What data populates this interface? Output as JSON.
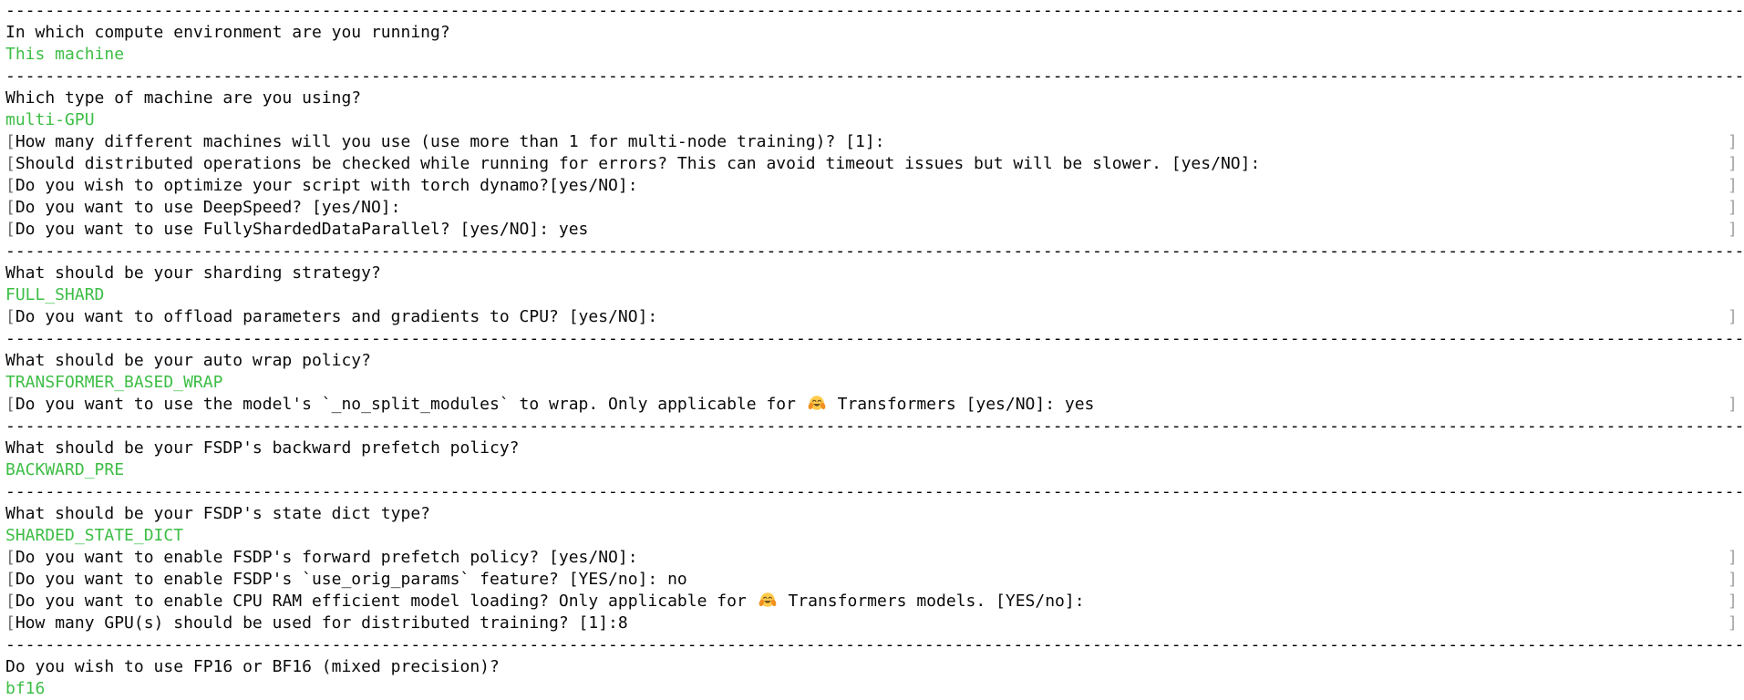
{
  "terminal": {
    "app": "accelerate config CLI questionnaire",
    "colors": {
      "background": "#ffffff",
      "text": "#0a0a0a",
      "answer_green": "#3dbe46",
      "left_bracket_gray": "#6f6f6f",
      "right_bracket_gray": "#a3a3a3",
      "separator": "#000000"
    },
    "separator_char": "-",
    "prompt_open_char": "[",
    "prompt_close_char": "]",
    "emoji_name": "hugging-face-emoji",
    "lines": [
      {
        "type": "separator"
      },
      {
        "type": "question",
        "text": "In which compute environment are you running?"
      },
      {
        "type": "answer",
        "text": "This machine"
      },
      {
        "type": "separator"
      },
      {
        "type": "question",
        "text": "Which type of machine are you using?"
      },
      {
        "type": "answer",
        "text": "multi-GPU"
      },
      {
        "type": "prompt",
        "parts": [
          {
            "t": "text",
            "v": "How many different machines will you use (use more than 1 for multi-node training)? [1]:"
          }
        ]
      },
      {
        "type": "prompt",
        "parts": [
          {
            "t": "text",
            "v": "Should distributed operations be checked while running for errors? This can avoid timeout issues but will be slower. [yes/NO]:"
          }
        ]
      },
      {
        "type": "prompt",
        "parts": [
          {
            "t": "text",
            "v": "Do you wish to optimize your script with torch dynamo?[yes/NO]:"
          }
        ]
      },
      {
        "type": "prompt",
        "parts": [
          {
            "t": "text",
            "v": "Do you want to use DeepSpeed? [yes/NO]:"
          }
        ]
      },
      {
        "type": "prompt",
        "parts": [
          {
            "t": "text",
            "v": "Do you want to use FullyShardedDataParallel? [yes/NO]: yes"
          }
        ]
      },
      {
        "type": "separator"
      },
      {
        "type": "question",
        "text": "What should be your sharding strategy?"
      },
      {
        "type": "answer",
        "text": "FULL_SHARD"
      },
      {
        "type": "prompt",
        "parts": [
          {
            "t": "text",
            "v": "Do you want to offload parameters and gradients to CPU? [yes/NO]:"
          }
        ]
      },
      {
        "type": "separator"
      },
      {
        "type": "question",
        "text": "What should be your auto wrap policy?"
      },
      {
        "type": "answer",
        "text": "TRANSFORMER_BASED_WRAP"
      },
      {
        "type": "prompt",
        "parts": [
          {
            "t": "text",
            "v": "Do you want to use the model's `_no_split_modules` to wrap. Only applicable for "
          },
          {
            "t": "emoji"
          },
          {
            "t": "text",
            "v": " Transformers [yes/NO]: yes"
          }
        ]
      },
      {
        "type": "separator"
      },
      {
        "type": "question",
        "text": "What should be your FSDP's backward prefetch policy?"
      },
      {
        "type": "answer",
        "text": "BACKWARD_PRE"
      },
      {
        "type": "separator"
      },
      {
        "type": "question",
        "text": "What should be your FSDP's state dict type?"
      },
      {
        "type": "answer",
        "text": "SHARDED_STATE_DICT"
      },
      {
        "type": "prompt",
        "parts": [
          {
            "t": "text",
            "v": "Do you want to enable FSDP's forward prefetch policy? [yes/NO]:"
          }
        ]
      },
      {
        "type": "prompt",
        "parts": [
          {
            "t": "text",
            "v": "Do you want to enable FSDP's `use_orig_params` feature? [YES/no]: no"
          }
        ]
      },
      {
        "type": "prompt",
        "parts": [
          {
            "t": "text",
            "v": "Do you want to enable CPU RAM efficient model loading? Only applicable for "
          },
          {
            "t": "emoji"
          },
          {
            "t": "text",
            "v": " Transformers models. [YES/no]:"
          }
        ]
      },
      {
        "type": "prompt",
        "parts": [
          {
            "t": "text",
            "v": "How many GPU(s) should be used for distributed training? [1]:8"
          }
        ]
      },
      {
        "type": "separator"
      },
      {
        "type": "question",
        "text": "Do you wish to use FP16 or BF16 (mixed precision)?"
      },
      {
        "type": "answer",
        "text": "bf16"
      }
    ]
  }
}
